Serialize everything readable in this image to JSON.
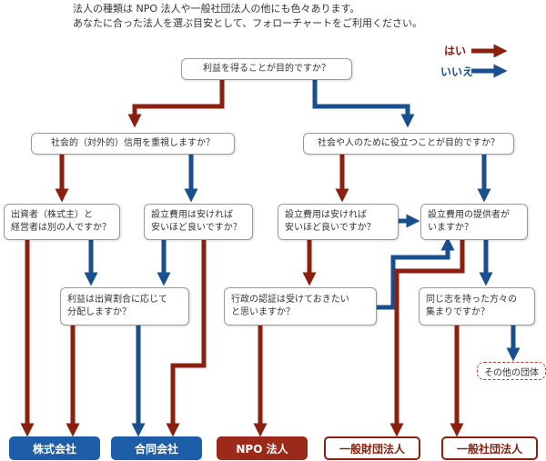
{
  "intro": {
    "line1": "法人の種類は NPO 法人や一般社団法人の他にも色々あります。",
    "line2": "あなたに合った法人を選ぶ目安として、フォローチャートをご利用ください。"
  },
  "legend": {
    "yes": "はい",
    "no": "いいえ",
    "yes_color": "#8b2010",
    "no_color": "#1a4f8f"
  },
  "questions": {
    "q1": "利益を得ることが目的ですか？",
    "q2": "社会的（対外的）信用を重視しますか？",
    "q3": "社会や人のために役立つことが目的ですか？",
    "q4": "出資者（株式主）と\n経営者は別の人ですか？",
    "q5": "設立費用は安ければ\n安いほど良いですか？",
    "q6": "設立費用は安ければ\n安いほど良いですか？",
    "q7": "設立費用の提供者が\nいますか？",
    "q8": "利益は出資割合に応じて\n分配しますか？",
    "q9": "行政の認証は受けておきたい\nと思いますか？",
    "q10": "同じ志を持った方々の\n集まりですか？"
  },
  "other_group": "その他の団体",
  "results": {
    "kabushiki": "株式会社",
    "godo": "合同会社",
    "npo": "NPO 法人",
    "zaidan": "一般財団法人",
    "shadan": "一般社団法人"
  }
}
